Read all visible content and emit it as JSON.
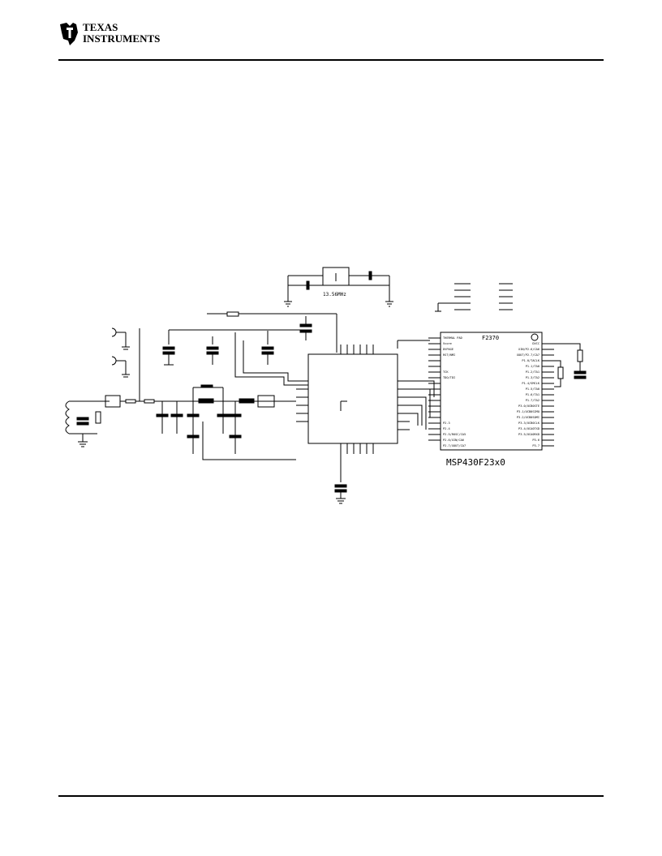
{
  "header": {
    "logo_text_line1": "TEXAS",
    "logo_text_line2": "INSTRUMENTS"
  },
  "schematic": {
    "crystal_label": "13.56MHz",
    "mcu": {
      "name": "MSP430F23x0",
      "variant": "F2370",
      "left_pins": [
        "THERMAL PAD",
        "Vcore",
        "DVPAGE",
        "RST/NMI",
        "",
        "",
        "TCK",
        "TDO/TDI",
        "",
        "",
        "",
        "",
        "",
        "",
        "P2.3",
        "P2.4",
        "P2.5/ROSC/CA5",
        "P2.6/XIN/CA6",
        "P2.7/XOUT/CA7"
      ],
      "right_pins": [
        "DVCC",
        "XIN/P2.6/CA6",
        "XOUT/P2.7/CA7",
        "P1.0/TACLK",
        "P1.1/TA0",
        "P1.2/TA1",
        "P1.3/TA2",
        "P1.4/SMCLK",
        "P1.5/TA0",
        "P1.6/TA1",
        "P1.7/TA2",
        "P3.0/UCB0STE",
        "P3.1/UCB0SIMO",
        "P3.2/UCB0SOMI",
        "P3.3/UCB0CLK",
        "P3.4/UCA0TXD",
        "P3.5/UCA0RXD",
        "P3.6",
        "P3.7"
      ]
    }
  }
}
